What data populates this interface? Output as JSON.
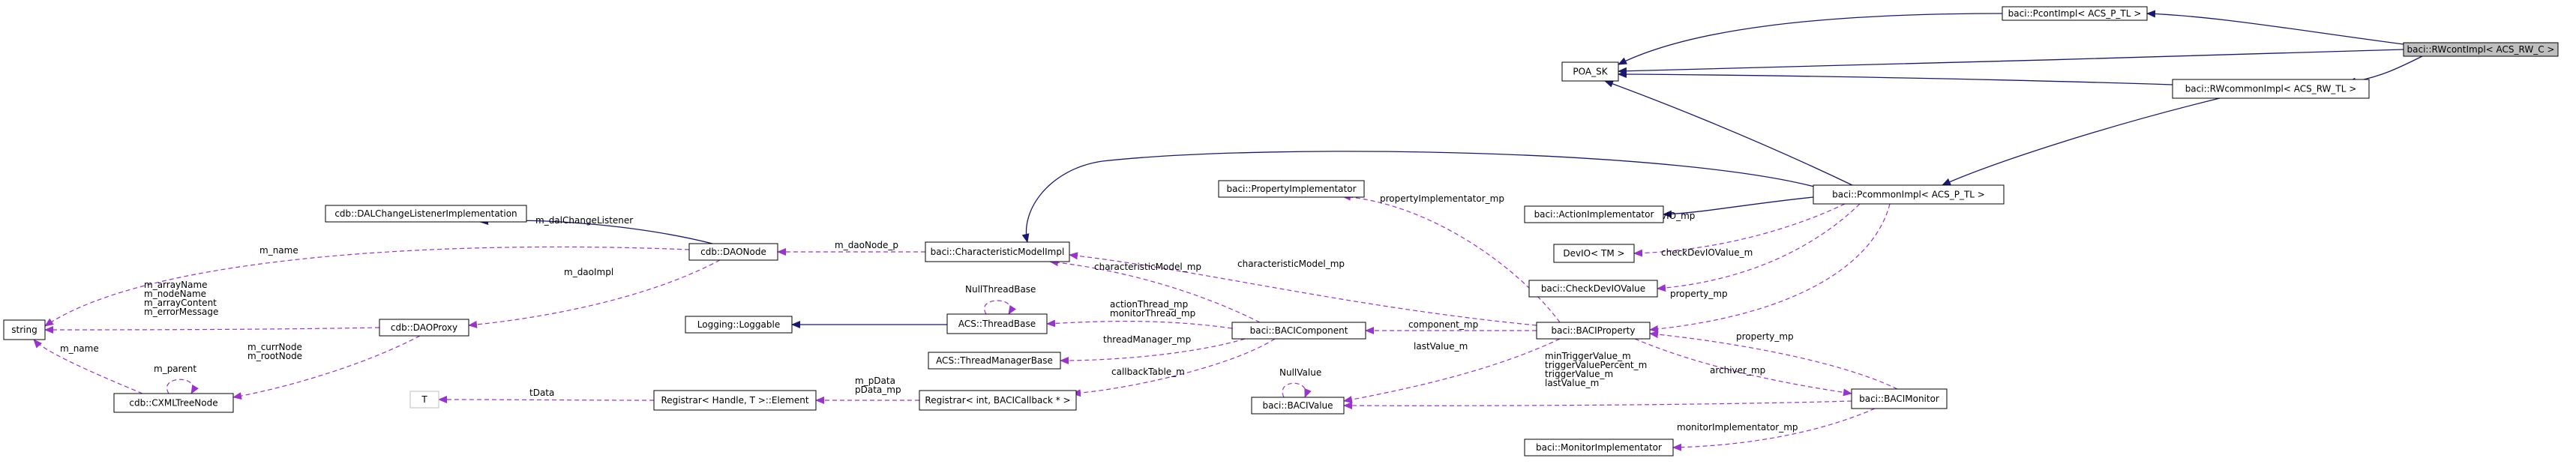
{
  "diagram": {
    "colors": {
      "inheritance": "#191970",
      "usage": "#9a32cd",
      "root_fill": "#bfbfbf",
      "node_stroke": "#000000",
      "ghost_stroke": "#bfbfbf"
    },
    "nodes": [
      {
        "id": "rwcont",
        "label": "baci::RWcontImpl< ACS_RW_C >",
        "root": true
      },
      {
        "id": "pcont",
        "label": "baci::PcontImpl< ACS_P_TL >"
      },
      {
        "id": "poa",
        "label": "POA_SK"
      },
      {
        "id": "rwcommon",
        "label": "baci::RWcommonImpl< ACS_RW_TL >"
      },
      {
        "id": "pcommon",
        "label": "baci::PcommonImpl< ACS_P_TL >"
      },
      {
        "id": "propimpl",
        "label": "baci::PropertyImplementator"
      },
      {
        "id": "actimpl",
        "label": "baci::ActionImplementator"
      },
      {
        "id": "devio",
        "label": "DevIO< TM >"
      },
      {
        "id": "checkdevio",
        "label": "baci::CheckDevIOValue"
      },
      {
        "id": "baciprop",
        "label": "baci::BACIProperty"
      },
      {
        "id": "monitor",
        "label": "baci::BACIMonitor"
      },
      {
        "id": "monimpl",
        "label": "baci::MonitorImplementator"
      },
      {
        "id": "charmodel",
        "label": "baci::CharacteristicModelImpl"
      },
      {
        "id": "bacicomp",
        "label": "baci::BACIComponent"
      },
      {
        "id": "bacivalue",
        "label": "baci::BACIValue"
      },
      {
        "id": "daonode",
        "label": "cdb::DAONode"
      },
      {
        "id": "dallistener",
        "label": "cdb::DALChangeListenerImplementation"
      },
      {
        "id": "daoproxy",
        "label": "cdb::DAOProxy"
      },
      {
        "id": "cxml",
        "label": "cdb::CXMLTreeNode"
      },
      {
        "id": "string",
        "label": "string"
      },
      {
        "id": "loggable",
        "label": "Logging::Loggable"
      },
      {
        "id": "threadbase",
        "label": "ACS::ThreadBase"
      },
      {
        "id": "threadmgr",
        "label": "ACS::ThreadManagerBase"
      },
      {
        "id": "registrar_int",
        "label": "Registrar< int, BACICallback * >"
      },
      {
        "id": "registrar_elem",
        "label": "Registrar< Handle, T >::Element"
      },
      {
        "id": "t",
        "label": "T"
      }
    ],
    "edges": [
      {
        "from": "pcont",
        "to": "poa",
        "kind": "inheritance",
        "label": ""
      },
      {
        "from": "rwcont",
        "to": "pcont",
        "kind": "inheritance",
        "label": ""
      },
      {
        "from": "rwcont",
        "to": "poa",
        "kind": "inheritance",
        "label": ""
      },
      {
        "from": "rwcont",
        "to": "rwcommon",
        "kind": "inheritance",
        "label": ""
      },
      {
        "from": "rwcommon",
        "to": "poa",
        "kind": "inheritance",
        "label": ""
      },
      {
        "from": "rwcommon",
        "to": "pcommon",
        "kind": "inheritance",
        "label": ""
      },
      {
        "from": "pcommon",
        "to": "poa",
        "kind": "inheritance",
        "label": ""
      },
      {
        "from": "pcommon",
        "to": "charmodel",
        "kind": "inheritance",
        "label": ""
      },
      {
        "from": "pcommon",
        "to": "actimpl",
        "kind": "inheritance",
        "label": ""
      },
      {
        "from": "pcommon",
        "to": "devio",
        "kind": "usage",
        "label": "devIO_mp"
      },
      {
        "from": "pcommon",
        "to": "checkdevio",
        "kind": "usage",
        "label": "checkDevIOValue_m"
      },
      {
        "from": "pcommon",
        "to": "baciprop",
        "kind": "usage",
        "label": "property_mp"
      },
      {
        "from": "baciprop",
        "to": "propimpl",
        "kind": "usage",
        "label": "propertyImplementator_mp"
      },
      {
        "from": "baciprop",
        "to": "charmodel",
        "kind": "usage",
        "label": "characteristicModel_mp"
      },
      {
        "from": "baciprop",
        "to": "bacicomp",
        "kind": "usage",
        "label": "component_mp"
      },
      {
        "from": "baciprop",
        "to": "bacivalue",
        "kind": "usage",
        "label": "lastValue_m"
      },
      {
        "from": "baciprop",
        "to": "monitor",
        "kind": "usage",
        "label": "archiver_mp"
      },
      {
        "from": "monitor",
        "to": "baciprop",
        "kind": "usage",
        "label": "property_mp"
      },
      {
        "from": "monitor",
        "to": "bacivalue",
        "kind": "usage",
        "label": "minTriggerValue_m\ntriggerValuePercent_m\ntriggerValue_m\nlastValue_m"
      },
      {
        "from": "monitor",
        "to": "monimpl",
        "kind": "usage",
        "label": "monitorImplementator_mp"
      },
      {
        "from": "bacivalue",
        "to": "bacivalue",
        "kind": "usage",
        "label": "NullValue"
      },
      {
        "from": "bacicomp",
        "to": "charmodel",
        "kind": "usage",
        "label": "characteristicModel_mp"
      },
      {
        "from": "bacicomp",
        "to": "threadbase",
        "kind": "usage",
        "label": "actionThread_mp\nmonitorThread_mp"
      },
      {
        "from": "bacicomp",
        "to": "threadmgr",
        "kind": "usage",
        "label": "threadManager_mp"
      },
      {
        "from": "bacicomp",
        "to": "registrar_int",
        "kind": "usage",
        "label": "callbackTable_m"
      },
      {
        "from": "threadbase",
        "to": "loggable",
        "kind": "inheritance",
        "label": ""
      },
      {
        "from": "threadbase",
        "to": "threadbase",
        "kind": "usage",
        "label": "NullThreadBase"
      },
      {
        "from": "charmodel",
        "to": "daonode",
        "kind": "usage",
        "label": "m_daoNode_p"
      },
      {
        "from": "daonode",
        "to": "dallistener",
        "kind": "inheritance",
        "label": "m_dalChangeListener"
      },
      {
        "from": "daonode",
        "to": "string",
        "kind": "usage",
        "label": "m_name"
      },
      {
        "from": "daonode",
        "to": "daoproxy",
        "kind": "usage",
        "label": "m_daoImpl"
      },
      {
        "from": "daoproxy",
        "to": "string",
        "kind": "usage",
        "label": "m_arrayName\nm_nodeName\nm_arrayContent\nm_errorMessage"
      },
      {
        "from": "daoproxy",
        "to": "cxml",
        "kind": "usage",
        "label": "m_currNode\nm_rootNode"
      },
      {
        "from": "cxml",
        "to": "string",
        "kind": "usage",
        "label": "m_name"
      },
      {
        "from": "cxml",
        "to": "cxml",
        "kind": "usage",
        "label": "m_parent"
      },
      {
        "from": "registrar_int",
        "to": "registrar_elem",
        "kind": "usage",
        "label": "m_pData\npData_mp"
      },
      {
        "from": "registrar_elem",
        "to": "t",
        "kind": "usage",
        "label": "tData"
      }
    ]
  }
}
